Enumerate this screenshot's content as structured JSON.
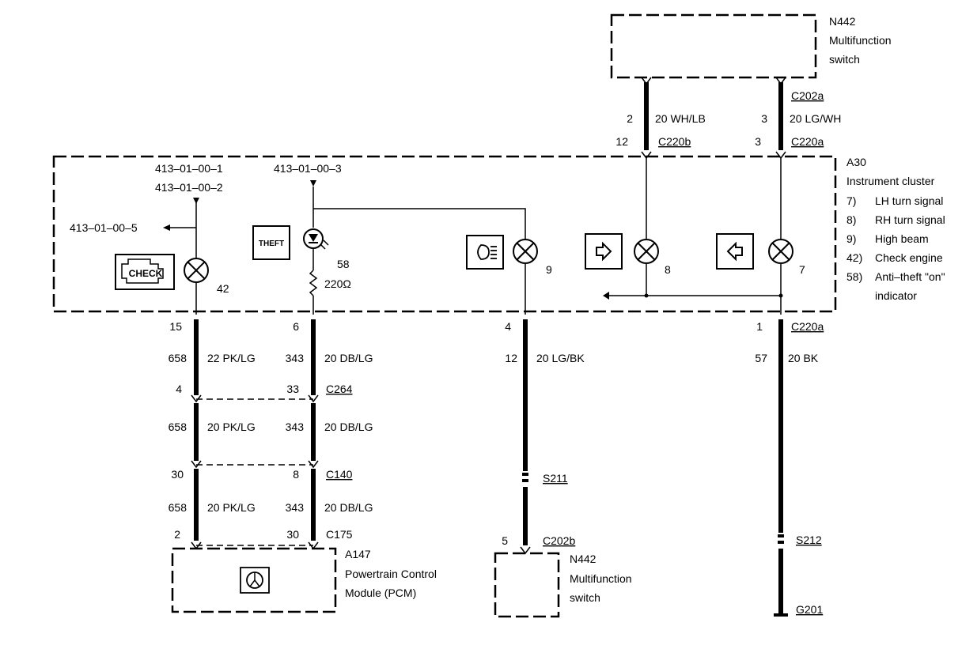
{
  "modules": {
    "n442_top": {
      "id": "N442",
      "line1": "Multifunction",
      "line2": "switch"
    },
    "a30": {
      "id": "A30",
      "name": "Instrument cluster"
    },
    "a147": {
      "id": "A147",
      "line1": "Powertrain Control",
      "line2": "Module (PCM)"
    },
    "n442_bottom": {
      "id": "N442",
      "line1": "Multifunction",
      "line2": "switch"
    }
  },
  "legend": [
    {
      "num": "7)",
      "text": "LH turn signal"
    },
    {
      "num": "8)",
      "text": "RH turn signal"
    },
    {
      "num": "9)",
      "text": "High beam"
    },
    {
      "num": "42)",
      "text": "Check engine"
    },
    {
      "num": "58)",
      "text": "Anti–theft \"on\""
    },
    {
      "num": "",
      "text": "indicator"
    }
  ],
  "references": {
    "ref1": "413–01–00–1",
    "ref2": "413–01–00–2",
    "ref3": "413–01–00–3",
    "ref5": "413–01–00–5"
  },
  "components": {
    "check_label": "CHECK",
    "theft_label": "THEFT",
    "lamp42": "42",
    "lamp58": "58",
    "resistor": "220Ω",
    "lamp9": "9",
    "lamp8": "8",
    "lamp7": "7"
  },
  "upper_wires": {
    "left_pin_top": "2",
    "left_color": "20 WH/LB",
    "right_pin_top": "3",
    "right_color": "20 LG/WH",
    "conn_top": "C202a",
    "left_pin_cluster": "12",
    "conn_left_cluster": "C220b",
    "right_pin_cluster": "3",
    "conn_right_cluster": "C220a"
  },
  "lower_wires": {
    "pin15": "15",
    "pin6": "6",
    "pin4": "4",
    "pin1": "1",
    "conn_c220a": "C220a",
    "circ658a": "658",
    "color_pk1": "22 PK/LG",
    "circ343a": "343",
    "color_db1": "20 DB/LG",
    "circ12": "12",
    "color_lgbk": "20 LG/BK",
    "circ57": "57",
    "color_bk": "20 BK",
    "pin4_c264": "4",
    "pin33_c264": "33",
    "conn_c264": "C264",
    "circ658b": "658",
    "color_pk2": "20 PK/LG",
    "circ343b": "343",
    "color_db2": "20 DB/LG",
    "pin30_c140": "30",
    "pin8_c140": "8",
    "conn_c140": "C140",
    "circ658c": "658",
    "color_pk3": "20 PK/LG",
    "circ343c": "343",
    "color_db3": "20 DB/LG",
    "pin2_c175": "2",
    "pin30_c175": "30",
    "conn_c175": "C175",
    "splice_s211": "S211",
    "pin5_c202b": "5",
    "conn_c202b": "C202b",
    "splice_s212": "S212",
    "ground_g201": "G201"
  }
}
